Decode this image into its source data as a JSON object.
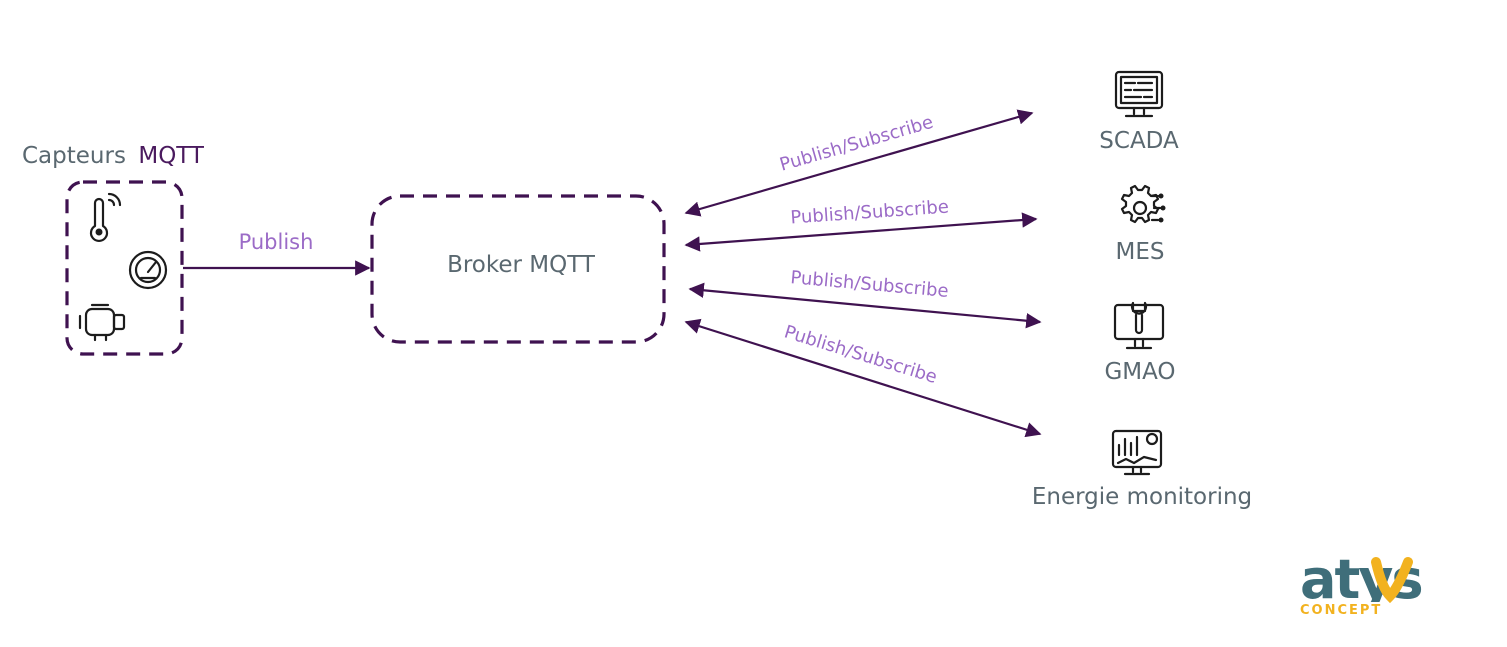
{
  "sensors": {
    "title_part1": "Capteurs",
    "title_part2": "MQTT",
    "icons": [
      "thermometer-wifi-icon",
      "gauge-icon",
      "motor-icon"
    ]
  },
  "broker": {
    "label": "Broker MQTT"
  },
  "links": {
    "publish": "Publish",
    "pubsub": [
      "Publish/Subscribe",
      "Publish/Subscribe",
      "Publish/Subscribe",
      "Publish/Subscribe"
    ]
  },
  "targets": [
    {
      "label": "SCADA",
      "icon": "scada-monitor-icon"
    },
    {
      "label": "MES",
      "icon": "gear-circuit-icon"
    },
    {
      "label": "GMAO",
      "icon": "wrench-monitor-icon"
    },
    {
      "label": "Energie monitoring",
      "icon": "analytics-monitor-icon"
    }
  ],
  "logo": {
    "text": "atys",
    "subtext": "CONCEPT"
  },
  "colors": {
    "dark_purple": "#3f1250",
    "light_purple": "#9b6bc7",
    "gray_text": "#5a6870",
    "logo_teal": "#3f6e7a",
    "logo_yellow": "#f2b21f"
  }
}
